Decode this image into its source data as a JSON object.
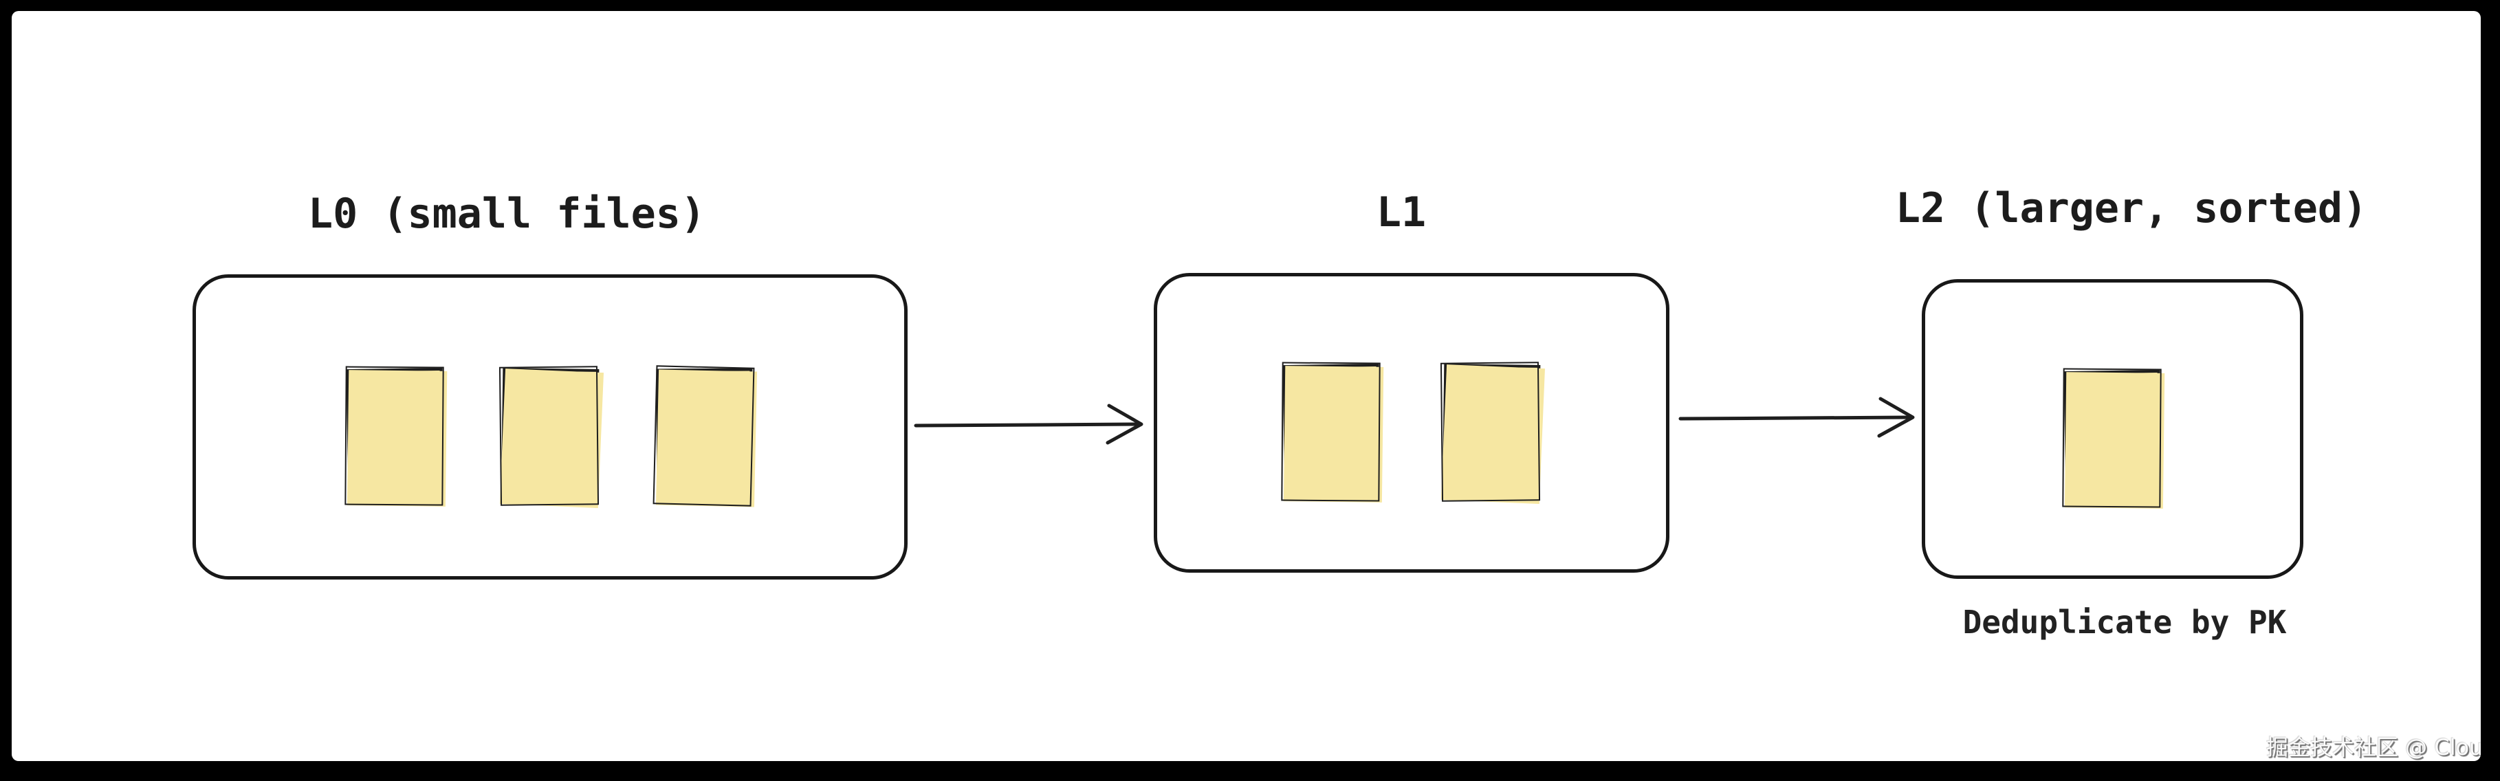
{
  "diagram": {
    "levels": [
      {
        "id": "l0",
        "label": "L0 (small files)",
        "file_count": 3
      },
      {
        "id": "l1",
        "label": "L1",
        "file_count": 2
      },
      {
        "id": "l2",
        "label": "L2 (larger, sorted)",
        "file_count": 1,
        "caption": "Deduplicate by PK"
      }
    ],
    "arrows": [
      {
        "from": "L0",
        "to": "L1"
      },
      {
        "from": "L1",
        "to": "L2"
      }
    ],
    "colors": {
      "file_fill": "#f6e7a2",
      "stroke": "#1e1e1e",
      "canvas_background": "#ffffff",
      "frame": "#000000"
    }
  },
  "watermark": {
    "text": "掘金技术社区 @ ClouGence"
  }
}
